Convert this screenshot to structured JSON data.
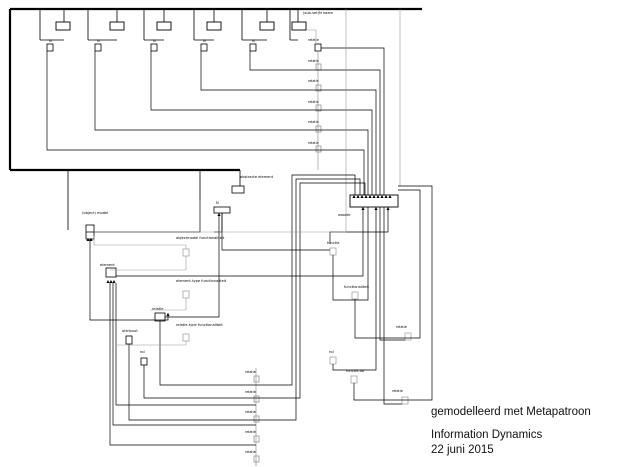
{
  "diagram": {
    "class_labels": {
      "subset_name": "(sub-set)N naam",
      "element_pane": "abstracte element",
      "object_model": "(object) model",
      "element": "element",
      "relation": "relatie",
      "value": "waarde",
      "object_functions": "objectmodel functionaliteit",
      "element_functions": "element-type functionaliteit",
      "relation_functions": "relatie-type functionaliteit",
      "role": "rol",
      "function": "functie",
      "function_role": "functie-rol",
      "functionality": "functionaliteit",
      "attribute": "attribuut",
      "n_label": "N",
      "relation_label": "relatie"
    },
    "relatie_count_top": 6,
    "relatie_count_bottom": 5
  },
  "caption": {
    "line1": "gemodelleerd met Metapatroon",
    "line2": "Information Dynamics",
    "line3": "22 juni 2015"
  }
}
